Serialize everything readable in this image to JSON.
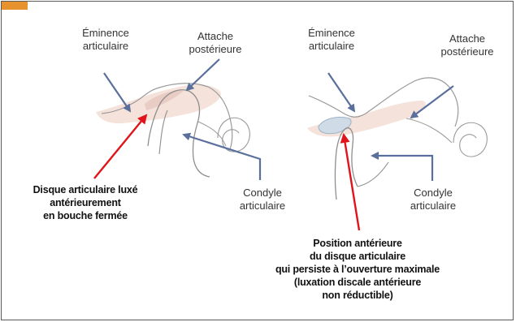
{
  "colors": {
    "frame": "#5a5a5a",
    "accent_tab": "#e5922f",
    "blue_arrow": "#5a6f9c",
    "red_arrow": "#e0141b",
    "bone_line": "#9a9a9a",
    "tissue_fill": "#f1d9cf",
    "disc_fill": "#cfdce8"
  },
  "left_figure": {
    "eminence_l1": "Éminence",
    "eminence_l2": "articulaire",
    "attache_l1": "Attache",
    "attache_l2": "postérieure",
    "condyle_l1": "Condyle",
    "condyle_l2": "articulaire",
    "caption_l1": "Disque articulaire luxé",
    "caption_l2": "antérieurement",
    "caption_l3": "en bouche fermée"
  },
  "right_figure": {
    "eminence_l1": "Éminence",
    "eminence_l2": "articulaire",
    "attache_l1": "Attache",
    "attache_l2": "postérieure",
    "condyle_l1": "Condyle",
    "condyle_l2": "articulaire",
    "caption_l1": "Position antérieure",
    "caption_l2": "du disque articulaire",
    "caption_l3": "qui persiste à l’ouverture maximale",
    "caption_l4": "(luxation discale antérieure",
    "caption_l5": "non réductible)"
  }
}
